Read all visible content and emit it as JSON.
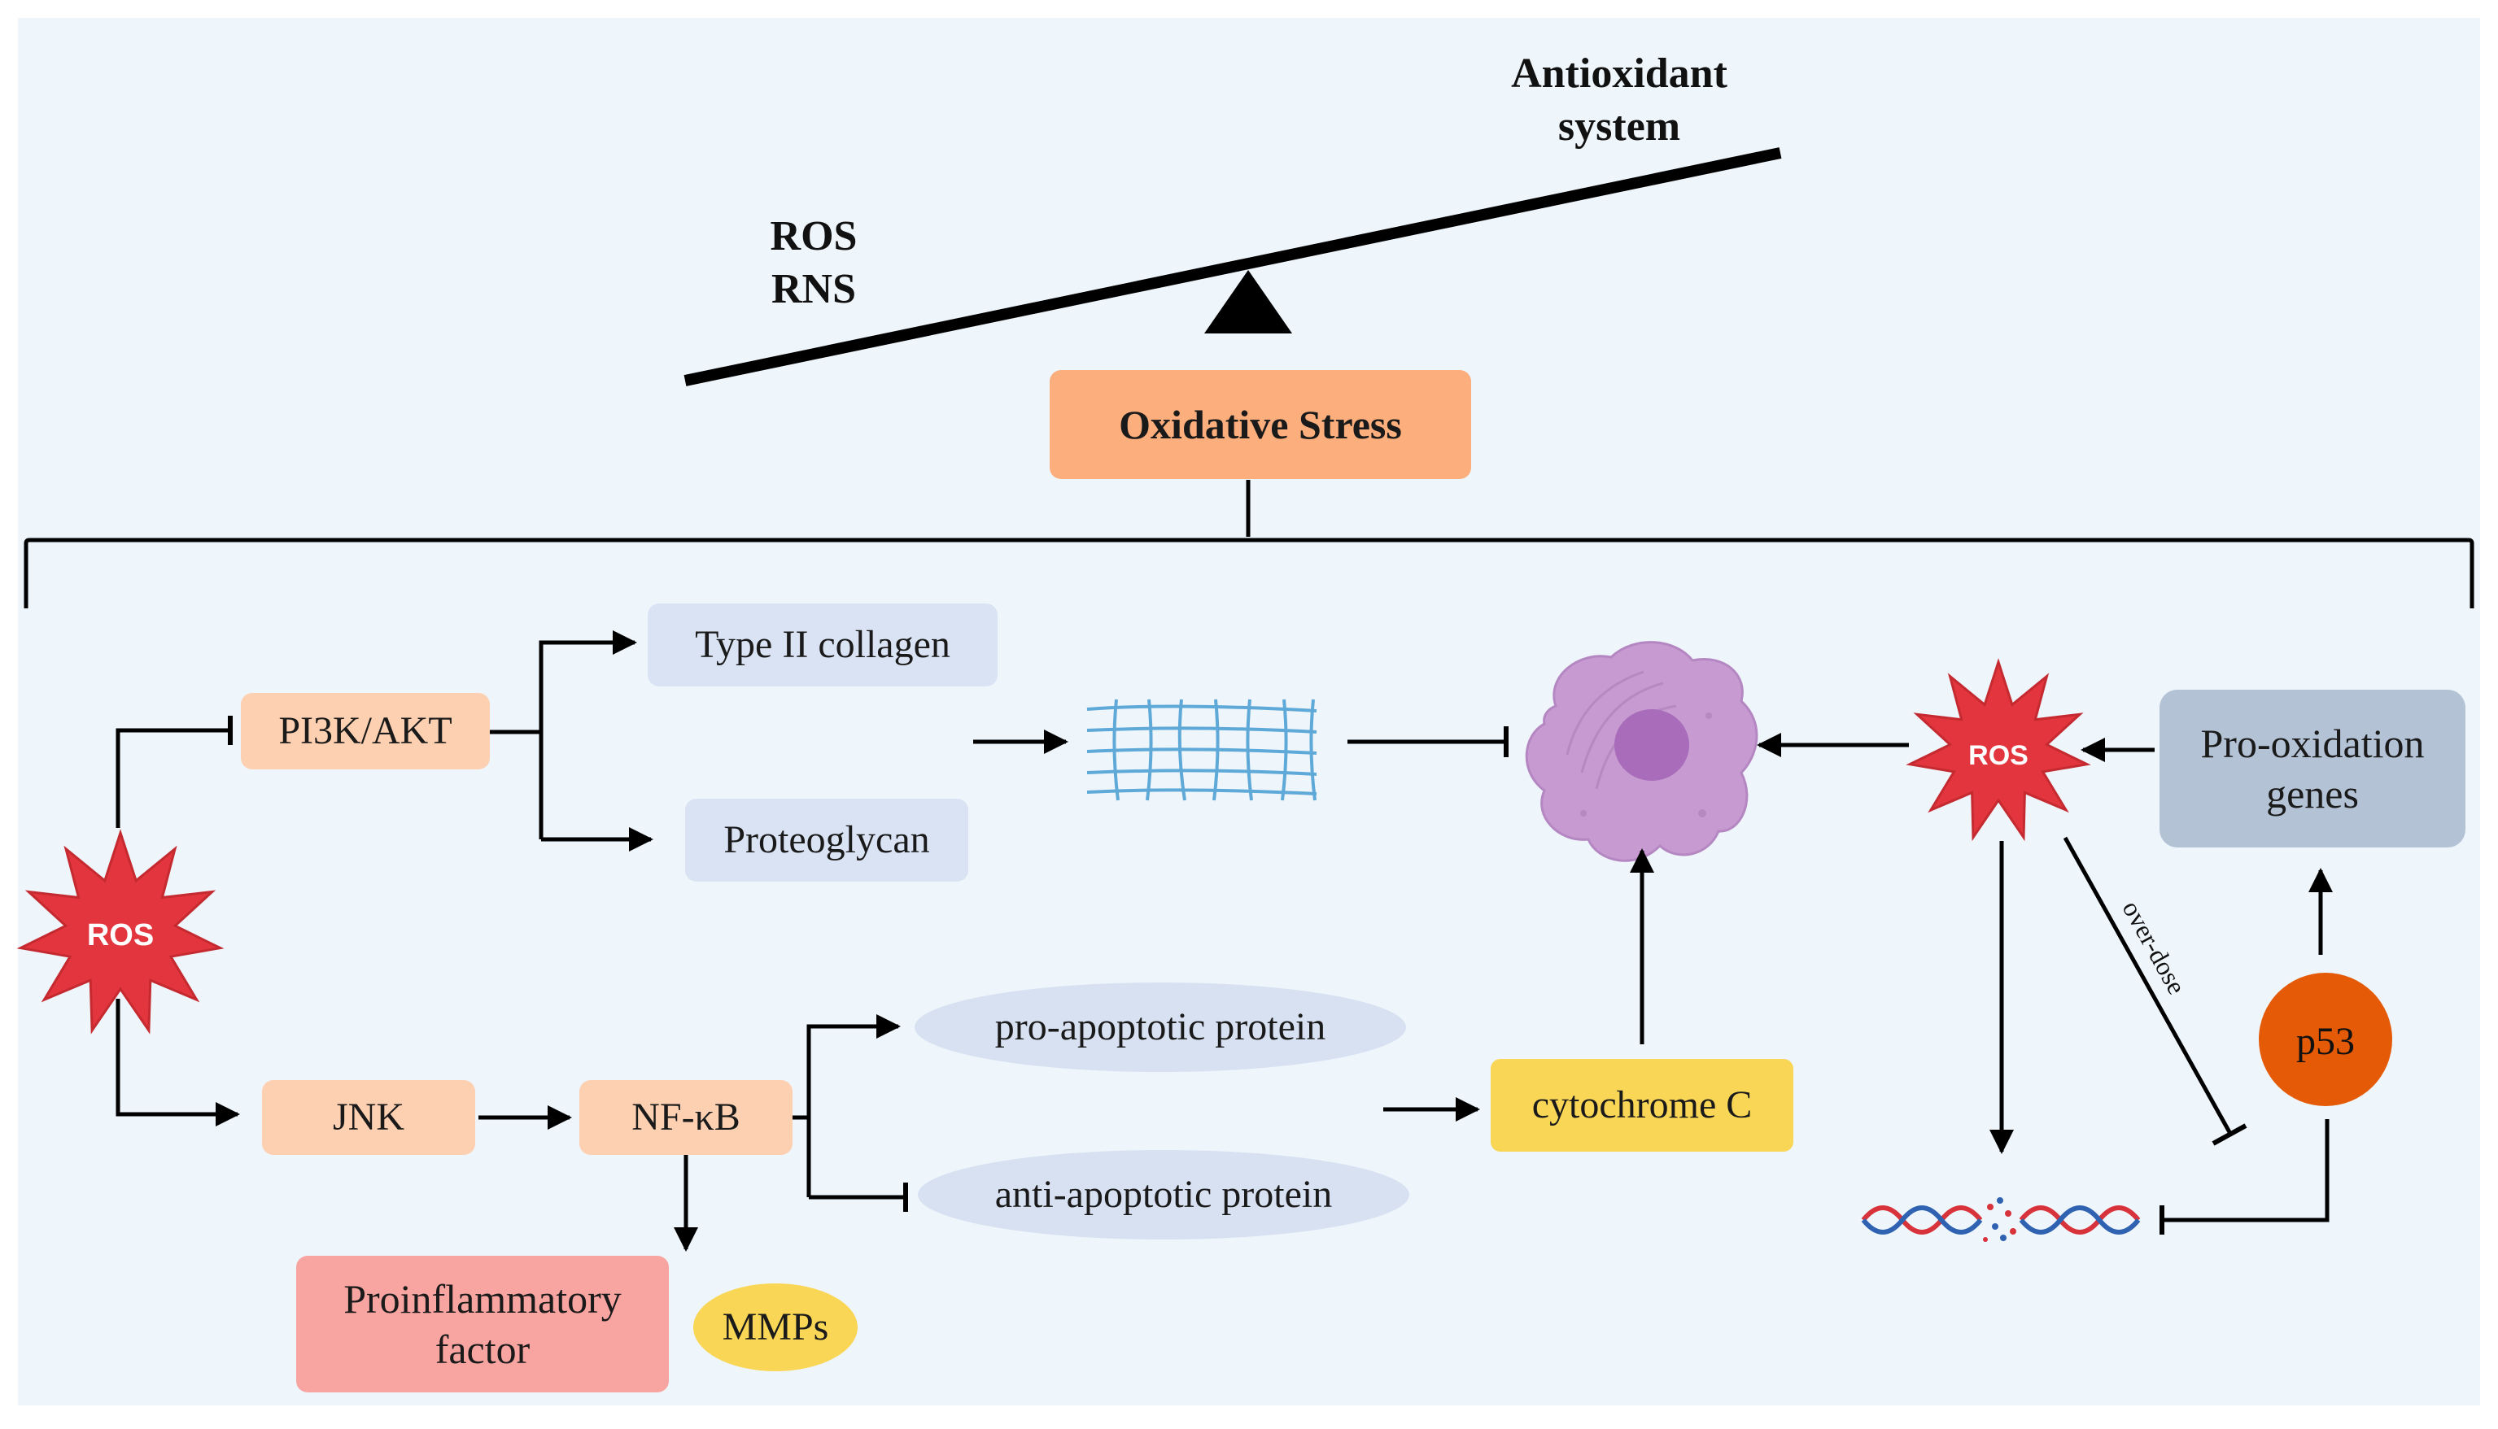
{
  "balance": {
    "left_line1": "ROS",
    "left_line2": "RNS",
    "right_line1": "Antioxidant",
    "right_line2": "system"
  },
  "oxidative_stress": "Oxidative Stress",
  "left_branch": {
    "ros_burst": "ROS",
    "pi3k": "PI3K/AKT",
    "collagen": "Type II collagen",
    "proteoglycan": "Proteoglycan",
    "jnk": "JNK",
    "nfkb": "NF-κB",
    "proinflammatory_line1": "Proinflammatory",
    "proinflammatory_line2": "factor",
    "mmps": "MMPs",
    "pro_apoptotic": "pro-apoptotic protein",
    "anti_apoptotic": "anti-apoptotic protein",
    "cytochrome": "cytochrome C"
  },
  "right_branch": {
    "ros_burst": "ROS",
    "pro_oxidation_line1": "Pro-oxidation",
    "pro_oxidation_line2": "genes",
    "p53": "p53",
    "overdose": "over-dose"
  },
  "colors": {
    "panel_bg": "#eef5fb",
    "orange_box": "#fcae7c",
    "peach_box": "#fdd0b1",
    "blue_box": "#d9e3f3",
    "ellipse": "#d7e1f1",
    "yellow_box": "#f9d656",
    "pink_box": "#f8a5a2",
    "gray_box": "#b3c2d5",
    "p53_circle": "#e55a06",
    "ros_burst": "#e3353d",
    "cell": "#c79bd1",
    "nucleus": "#a86cba"
  }
}
